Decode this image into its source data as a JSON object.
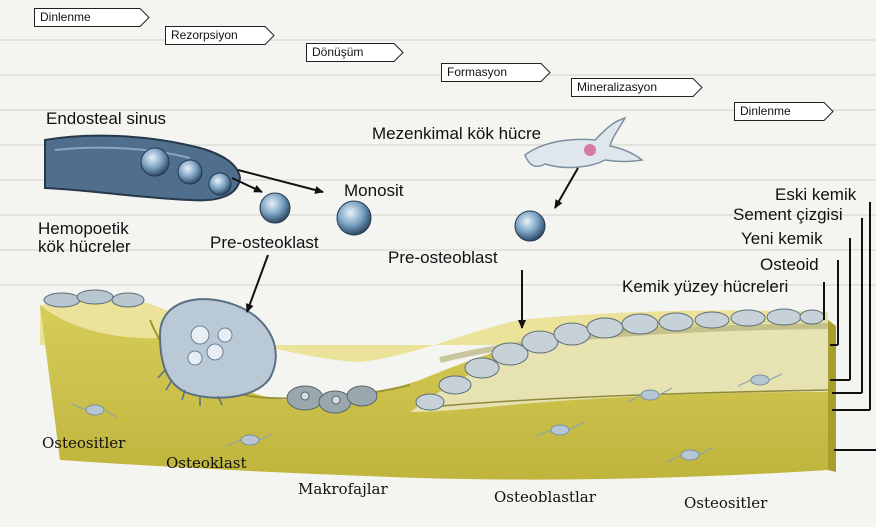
{
  "phases": [
    "Dinlenme",
    "Rezorpsiyon",
    "Dönüşüm",
    "Formasyon",
    "Mineralizasyon",
    "Dinlenme"
  ],
  "labels": {
    "endosteal_sinus": "Endosteal sinus",
    "monosit": "Monosit",
    "hemopoetik": "Hemopoetik\nkök hücreler",
    "pre_osteoklast": "Pre-osteoklast",
    "mezenkimal": "Mezenkimal kök hücre",
    "pre_osteoblast": "Pre-osteoblast",
    "eski_kemik": "Eski kemik",
    "sement_cizgisi": "Sement çizgisi",
    "yeni_kemik": "Yeni kemik",
    "osteoid": "Osteoid",
    "kemik_yuzey": "Kemik yüzey hücreleri",
    "osteositler_left": "Osteositler",
    "osteoklast": "Osteoklast",
    "makrofajlar": "Makrofajlar",
    "osteoblastlar": "Osteoblastlar",
    "osteositler_right": "Osteositler"
  },
  "colors": {
    "bone_yellow": "#d8d25a",
    "new_bone": "#e6e4b8",
    "cell_blue": "#5f86a8",
    "sinus_blue": "#4f6f8d",
    "box_border": "#222222"
  }
}
